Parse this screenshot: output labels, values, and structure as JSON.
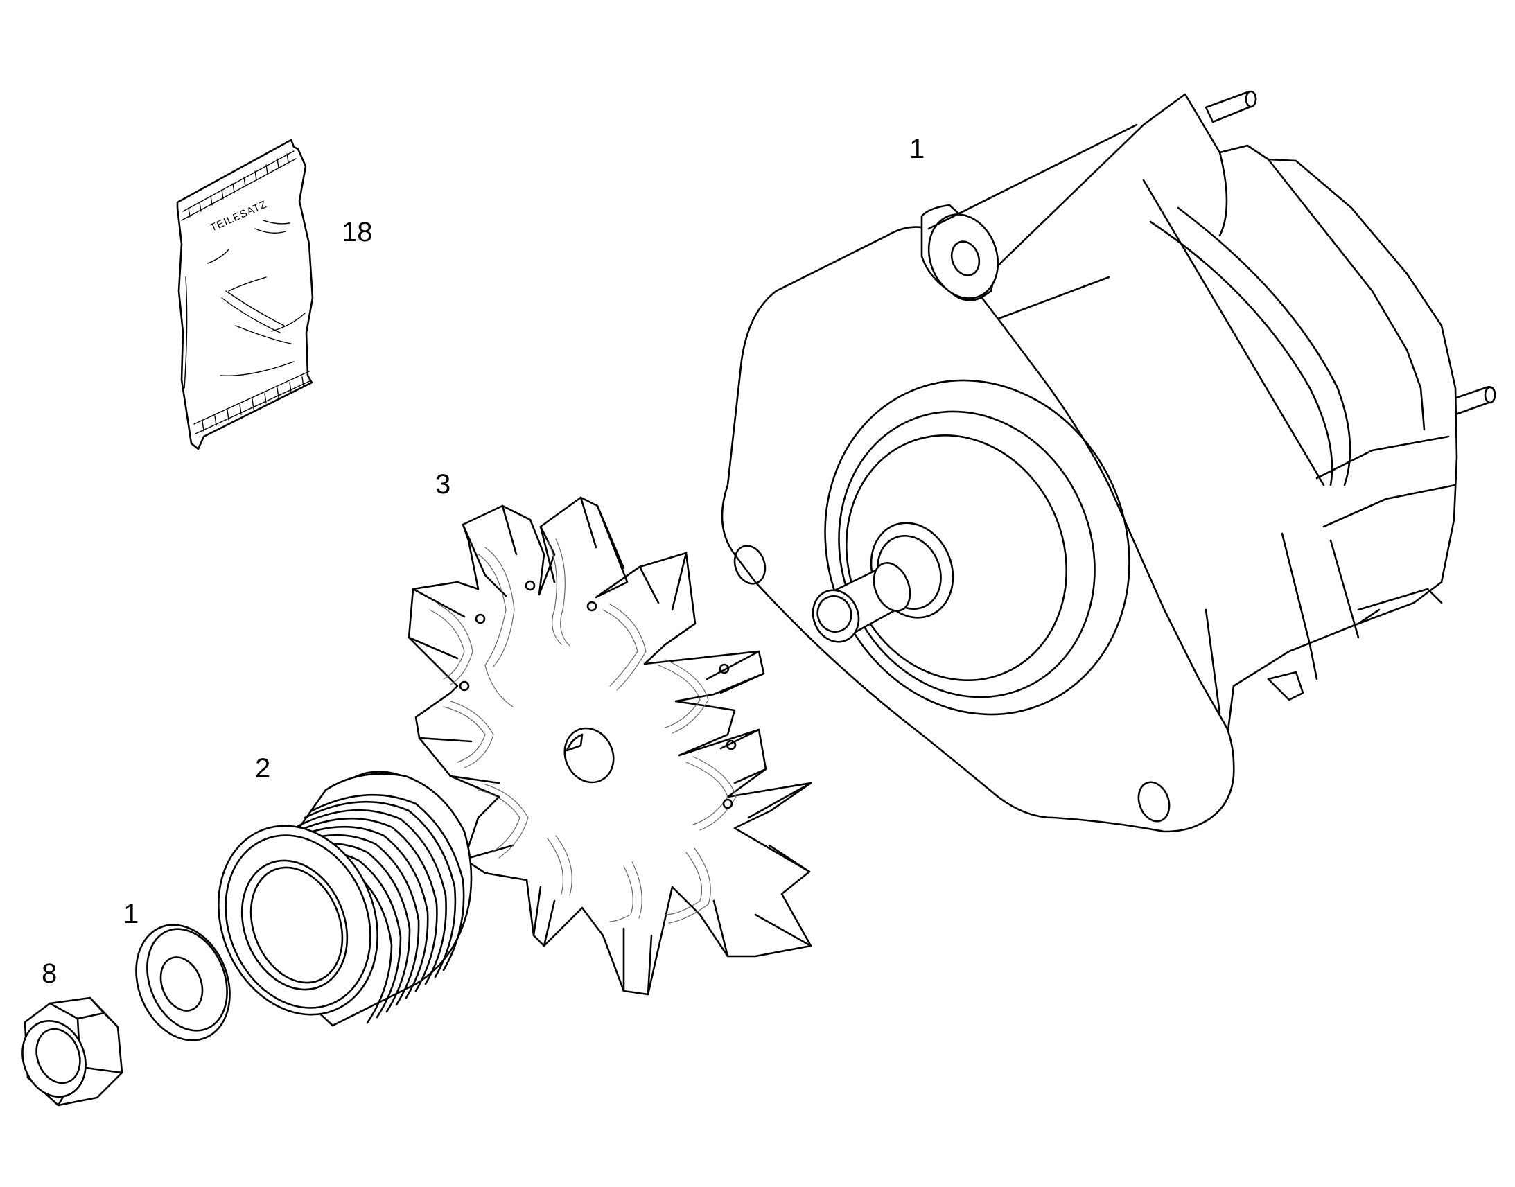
{
  "callouts": {
    "alternator": "1",
    "parts_kit": "18",
    "fan": "3",
    "pulley": "2",
    "washer": "1",
    "nut": "8"
  },
  "parts_kit": {
    "bag_label": "TEILESATZ"
  }
}
